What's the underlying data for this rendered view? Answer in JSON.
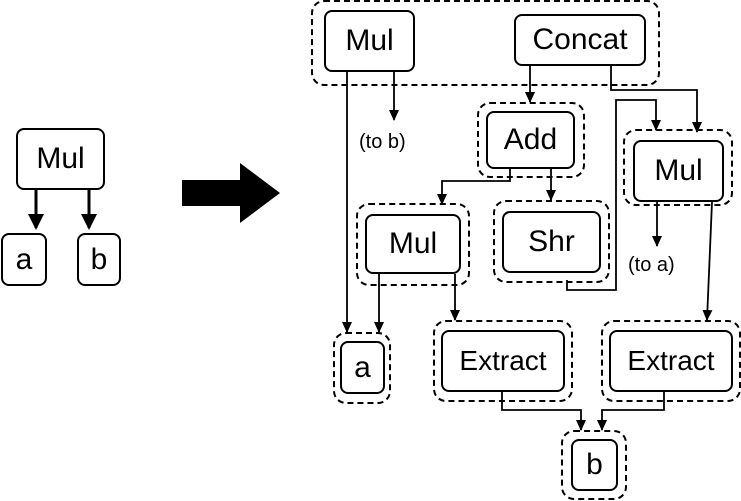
{
  "left": {
    "mul": "Mul",
    "a": "a",
    "b": "b"
  },
  "right": {
    "mul_top": "Mul",
    "concat": "Concat",
    "add": "Add",
    "mul_right": "Mul",
    "mul_mid": "Mul",
    "shr": "Shr",
    "a": "a",
    "extract_left": "Extract",
    "extract_right": "Extract",
    "b": "b",
    "to_b": "(to b)",
    "to_a": "(to a)"
  }
}
